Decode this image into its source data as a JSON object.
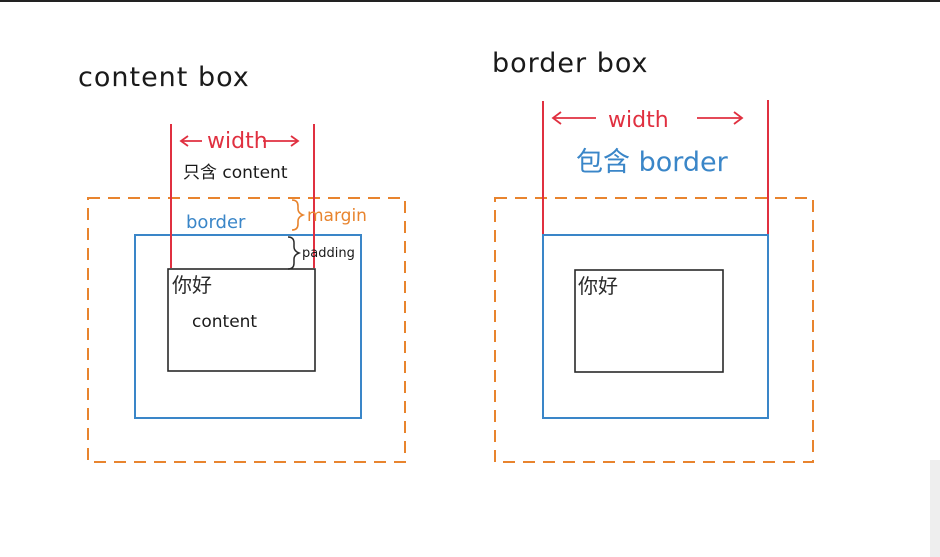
{
  "left_panel": {
    "title": "content box",
    "width_label": "width",
    "width_note": "只含 content",
    "border_label": "border",
    "margin_label": "margin",
    "padding_label": "padding",
    "inner_text": "你好",
    "content_label": "content"
  },
  "right_panel": {
    "title": "border box",
    "width_label": "width",
    "width_note": "包含 border",
    "inner_text": "你好"
  },
  "colors": {
    "margin": "#e8842e",
    "border": "#3a86c8",
    "content": "#2a2a2a",
    "width_marker": "#e03040"
  }
}
